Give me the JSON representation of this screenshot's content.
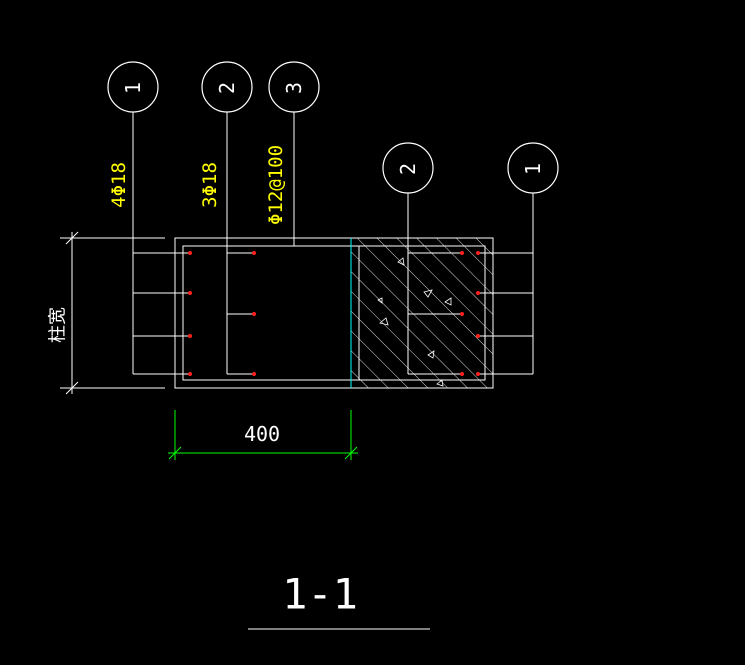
{
  "colors": {
    "background": "#000000",
    "lines": "#ffffff",
    "rebar_labels": "#ffff00",
    "dimension": "#00ff00",
    "section_edge": "#00ffff",
    "bar_dots": "#ff2020"
  },
  "callouts": [
    {
      "number": "1"
    },
    {
      "number": "2"
    },
    {
      "number": "3"
    },
    {
      "number": "2"
    },
    {
      "number": "1"
    }
  ],
  "rebar_labels": {
    "bars_1": "4Φ18",
    "bars_2": "3Φ18",
    "stirrup_3": "Φ12@100"
  },
  "dimension": {
    "width_value": "400",
    "height_label": "柱宽"
  },
  "section_title": "1-1"
}
